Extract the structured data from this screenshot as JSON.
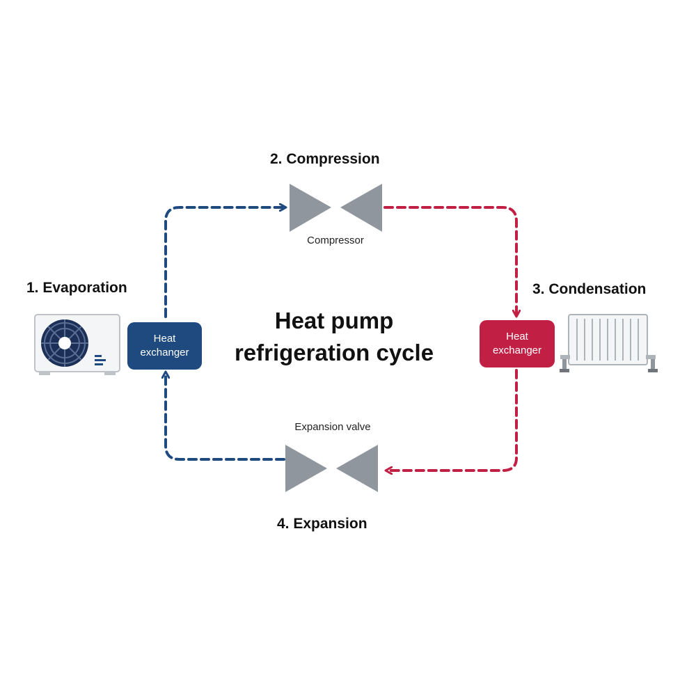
{
  "diagram": {
    "title_line1": "Heat pump",
    "title_line2": "refrigeration cycle",
    "stages": {
      "compression": "2. Compression",
      "evaporation": "1. Evaporation",
      "condensation": "3. Condensation",
      "expansion": "4. Expansion"
    },
    "components": {
      "compressor": "Compressor",
      "expansion_valve": "Expansion valve",
      "heat_exchanger_left_line1": "Heat",
      "heat_exchanger_left_line2": "exchanger",
      "heat_exchanger_right_line1": "Heat",
      "heat_exchanger_right_line2": "exchanger"
    },
    "colors": {
      "cold_flow": "#1e4a80",
      "hot_flow": "#c21f45",
      "valve_gray": "#8f969d"
    },
    "icons": {
      "outdoor_unit": "outdoor-unit-icon",
      "radiator": "radiator-icon"
    }
  }
}
